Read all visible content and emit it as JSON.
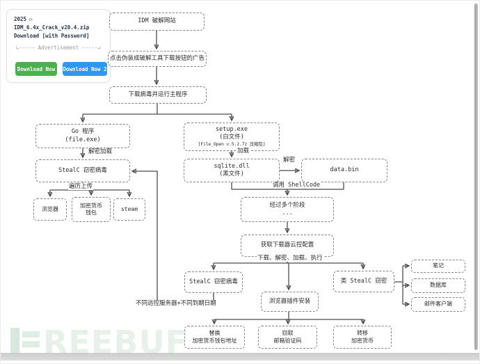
{
  "page": {
    "watermark": "REEBUF"
  },
  "header": {
    "title_line1": "2025 ▷ IDM_6.4x_Crack_v20.4.zip",
    "title_line2": "Download [with Password]",
    "ad_label": "↳----- Advertisement -----↲",
    "buttons": {
      "download1": "Download Now",
      "download2": "Download Now 2"
    },
    "colors": {
      "green": "#4caf50",
      "blue": "#2e97f2"
    }
  },
  "flow": {
    "idm_site": {
      "line1": "IDM 破解网站"
    },
    "ad_click": {
      "line1": "点击伪装成破解工具下载按钮的广告"
    },
    "run_main": {
      "line1": "下载病毒并运行主程序"
    },
    "go_program": {
      "line1": "Go 程序",
      "line2": "(file.exe)"
    },
    "setup_exe": {
      "line1": "setup.exe",
      "line2": "(白文件)",
      "line3": "[File_Open v.5.2.7z 压缩包]"
    },
    "stealc_1": {
      "line1": "StealC 窃密病毒"
    },
    "sqlite_dll": {
      "line1": "sqlite.dll",
      "line2": "(黑文件)"
    },
    "data_bin": {
      "line1": "data.bin"
    },
    "browser": {
      "line1": "浏览器"
    },
    "crypto_wallet": {
      "line1": "加密货币",
      "line2": "钱包"
    },
    "steam": {
      "line1": "steam"
    },
    "stages": {
      "line1": "经过多个阶段",
      "line2": "..."
    },
    "cloud_config": {
      "line1": "获取下载器云控配置"
    },
    "stealc_2": {
      "line1": "StealC 窃密病毒"
    },
    "plugin_install": {
      "line1": "浏览器插件安装"
    },
    "stealc_like": {
      "line1": "类 StealC 窃密"
    },
    "notes": {
      "line1": "笔记"
    },
    "database": {
      "line1": "数据库"
    },
    "mail_client": {
      "line1": "邮件客户端"
    },
    "replace_addr": {
      "line1": "替换",
      "line2": "加密货币钱包地址"
    },
    "steal_code": {
      "line1": "窃取",
      "line2": "邮箱验证码"
    },
    "transfer_crypto": {
      "line1": "转移",
      "line2": "加密货币"
    }
  },
  "edge_labels": {
    "decrypt_load": "解密加载",
    "load": "加载",
    "decrypt": "解密",
    "call_shellcode": "调用 ShellCode",
    "traverse_upload": "遍历上传",
    "dl_steps": "下载、解密、加载、执行",
    "c2_note": "不同远控服务器+不同到期日期"
  }
}
